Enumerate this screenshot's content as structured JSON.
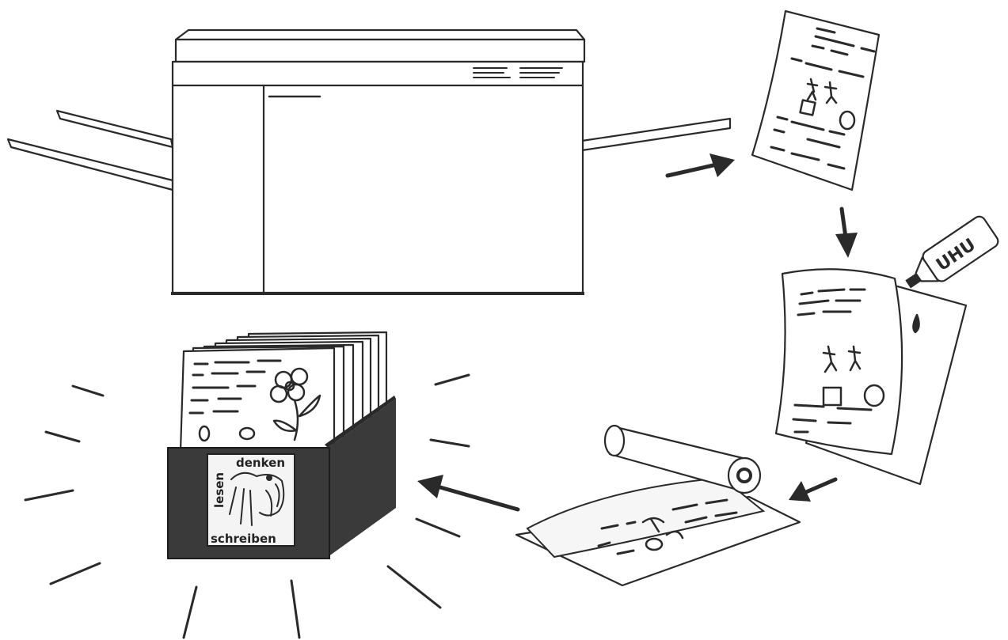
{
  "glue_tube": {
    "label": "UHU"
  },
  "box_label": {
    "word_top": "denken",
    "word_side": "lesen",
    "word_bottom": "schreiben"
  }
}
